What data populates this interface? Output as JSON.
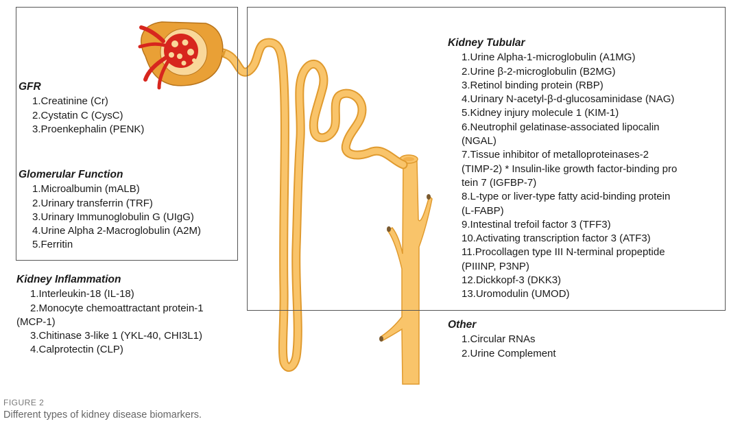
{
  "gfr": {
    "heading": "GFR",
    "items": [
      "1.Creatinine (Cr)",
      "2.Cystatin C (CysC)",
      "3.Proenkephalin (PENK)"
    ]
  },
  "glomerular": {
    "heading": "Glomerular Function",
    "items": [
      "1.Microalbumin (mALB)",
      "2.Urinary transferrin (TRF)",
      "3.Urinary Immunoglobulin G (UIgG)",
      "4.Urine Alpha 2-Macroglobulin (A2M)",
      "5.Ferritin"
    ]
  },
  "inflammation": {
    "heading": "Kidney Inflammation",
    "items": [
      "1.Interleukin-18 (IL-18)",
      "2.Monocyte chemoattractant protein-1",
      "(MCP-1)",
      "3.Chitinase 3-like 1 (YKL-40, CHI3L1)",
      "4.Calprotectin (CLP)"
    ]
  },
  "tubular": {
    "heading": "Kidney Tubular",
    "items": [
      "1.Urine Alpha-1-microglobulin (A1MG)",
      "2.Urine β-2-microglobulin (B2MG)",
      "3.Retinol binding protein (RBP)",
      "4.Urinary N-acetyl-β-d-glucosaminidase (NAG)",
      "5.Kidney injury molecule 1 (KIM-1)",
      "6.Neutrophil gelatinase-associated lipocalin",
      "(NGAL)",
      "7.Tissue inhibitor of metalloproteinases-2",
      "(TIMP-2) * Insulin-like growth factor-binding pro",
      "tein 7 (IGFBP-7)",
      "8.L-type or liver-type fatty acid-binding protein",
      "(L-FABP)",
      "9.Intestinal trefoil factor 3 (TFF3)",
      "10.Activating transcription factor 3 (ATF3)",
      "11.Procollagen type III N-terminal propeptide",
      "(PIIINP, P3NP)",
      "12.Dickkopf-3 (DKK3)",
      "13.Uromodulin (UMOD)"
    ]
  },
  "other": {
    "heading": "Other",
    "items": [
      "1.Circular RNAs",
      "2.Urine Complement"
    ]
  },
  "figure": {
    "label": "FIGURE 2",
    "caption": "Different types of kidney disease biomarkers."
  },
  "colors": {
    "tubule_fill": "#F9C46A",
    "tubule_stroke": "#E09A2E",
    "capsule_fill": "#E9A036",
    "vessel_red": "#D7261E",
    "box_border": "#555555",
    "caption_text": "#666666"
  }
}
